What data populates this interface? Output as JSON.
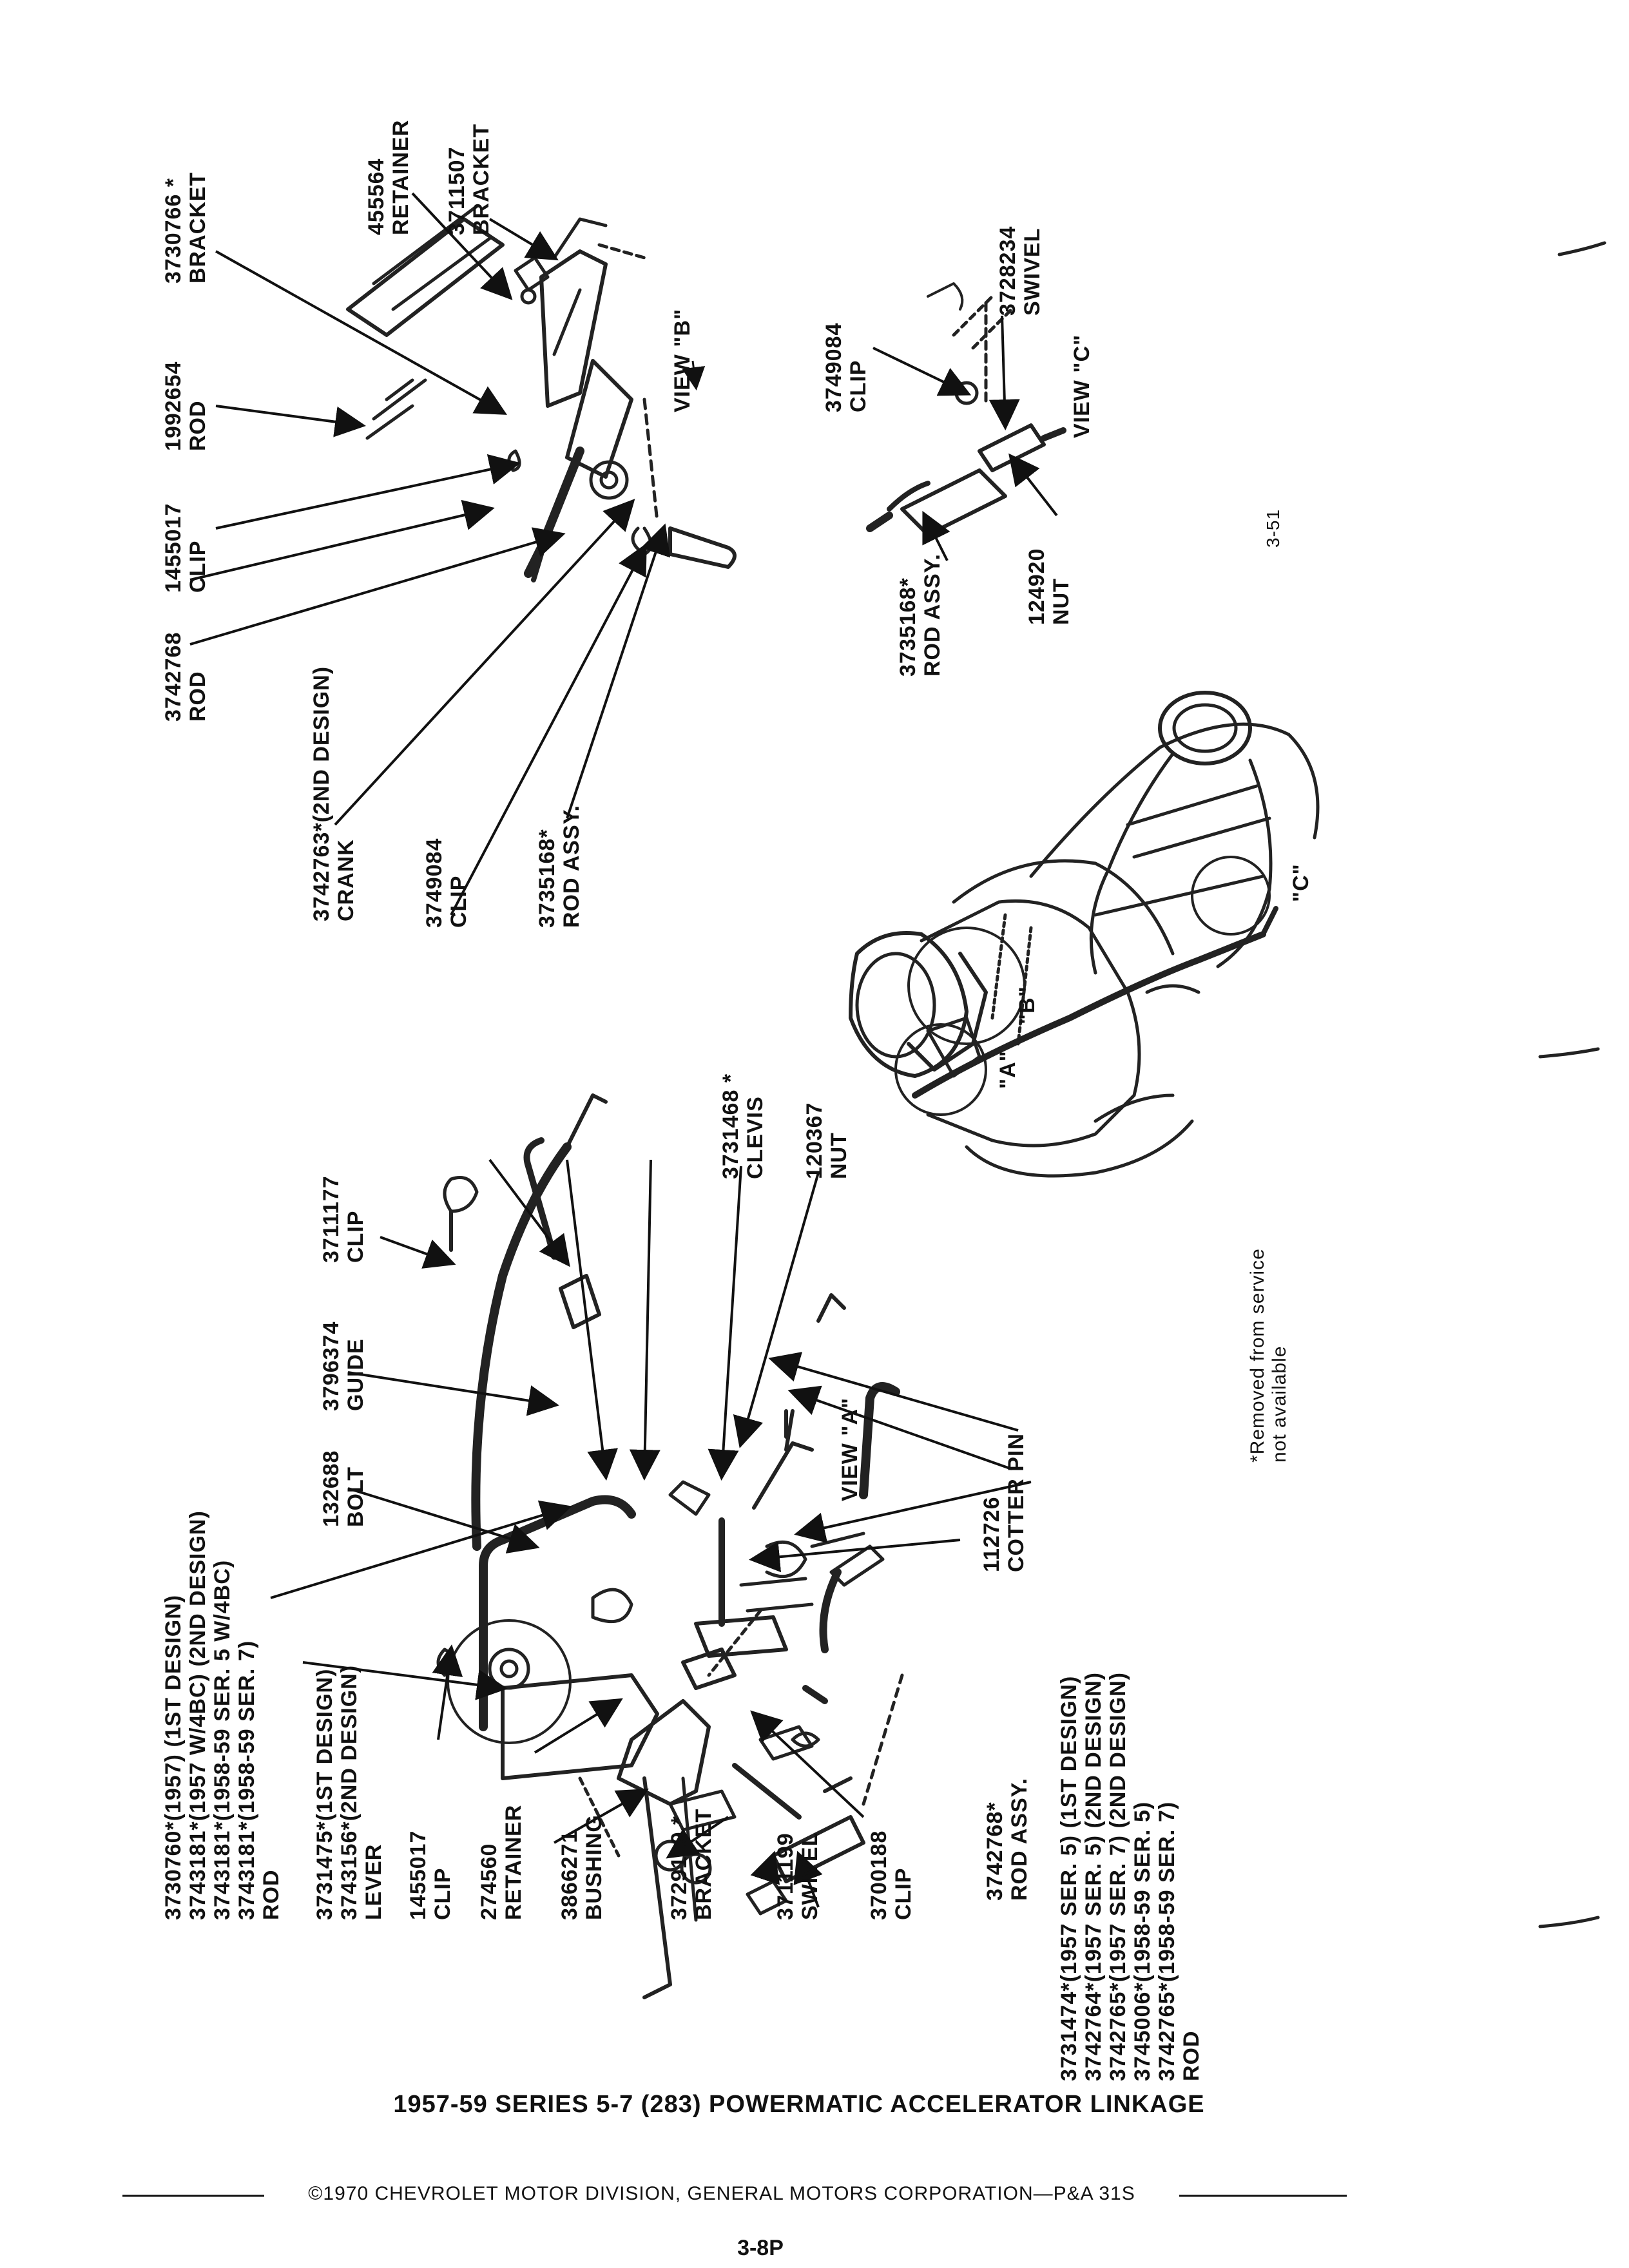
{
  "caption": "1957-59 SERIES 5-7 (283) POWERMATIC ACCELERATOR LINKAGE",
  "copyright": "©1970 CHEVROLET MOTOR DIVISION, GENERAL MOTORS CORPORATION—P&A 31S",
  "page_number": "3-8P",
  "figure_number": "3-51",
  "footnote": [
    "*Removed from service",
    "not available"
  ],
  "views": {
    "a": "VIEW \"A\"",
    "b": "VIEW \"B\"",
    "c": "VIEW \"C\""
  },
  "engine_markers": {
    "a": "\"A\"",
    "b": "\"B\"",
    "c": "\"C\""
  },
  "view_b_labels": {
    "rod_3742768": [
      "3742768",
      "ROD"
    ],
    "clip_1455017": [
      "1455017",
      "CLIP"
    ],
    "rod_1992654": [
      "1992654",
      "ROD"
    ],
    "bracket_3730766": [
      "3730766 *",
      "BRACKET"
    ],
    "retainer_455564": [
      "455564",
      "RETAINER"
    ],
    "bracket_3711507": [
      "3711507",
      "BRACKET"
    ],
    "crank_3742763": [
      "3742763*(2ND DESIGN)",
      "CRANK"
    ],
    "clip_3749084": [
      "3749084",
      "CLIP"
    ],
    "rodassy_3735168": [
      "3735168*",
      "ROD ASSY."
    ]
  },
  "view_c_labels": {
    "clip_3749084": [
      "3749084",
      "CLIP"
    ],
    "swivel_3728234": [
      "3728234",
      "SWIVEL"
    ],
    "rodassy_3735168": [
      "3735168*",
      "ROD ASSY."
    ],
    "nut_124920": [
      "124920",
      "NUT"
    ]
  },
  "view_a_labels": {
    "rod_3730760": [
      "3730760*(1957) (1ST DESIGN)",
      "3743181*(1957 W/4BC) (2ND DESIGN)",
      "3743181*(1958-59 SER. 5 W/4BC)",
      "3743181*(1958-59 SER. 7)",
      "ROD"
    ],
    "lever_3731475": [
      "3731475*(1ST DESIGN)",
      "3743156*(2ND DESIGN)",
      "LEVER"
    ],
    "clip_1455017": [
      "1455017",
      "CLIP"
    ],
    "retainer_274560": [
      "274560",
      "RETAINER"
    ],
    "bushing_3866271": [
      "3866271",
      "BUSHING"
    ],
    "bracket_3729119": [
      "3729119 *",
      "BRACKET"
    ],
    "swivel_3711199": [
      "3711199",
      "SWIVEL"
    ],
    "clip_3700188": [
      "3700188",
      "CLIP"
    ],
    "bolt_132688": [
      "132688",
      "BOLT"
    ],
    "guide_3796374": [
      "3796374",
      "GUIDE"
    ],
    "clip_3711177": [
      "3711177",
      "CLIP"
    ],
    "clevis_3731468": [
      "3731468 *",
      "CLEVIS"
    ],
    "nut_120367": [
      "120367",
      "NUT"
    ],
    "cotterpin_112726": [
      "112726",
      "COTTER PIN"
    ],
    "rodassy_3742768": [
      "3742768*",
      "ROD ASSY."
    ],
    "rod_3731474": [
      "3731474*(1957 SER. 5) (1ST DESIGN)",
      "3742764*(1957 SER. 5) (2ND DESIGN)",
      "3742765*(1957 SER. 7) (2ND DESIGN)",
      "3745006*(1958-59 SER. 5)",
      "3742765*(1958-59 SER. 7)",
      "ROD"
    ]
  }
}
